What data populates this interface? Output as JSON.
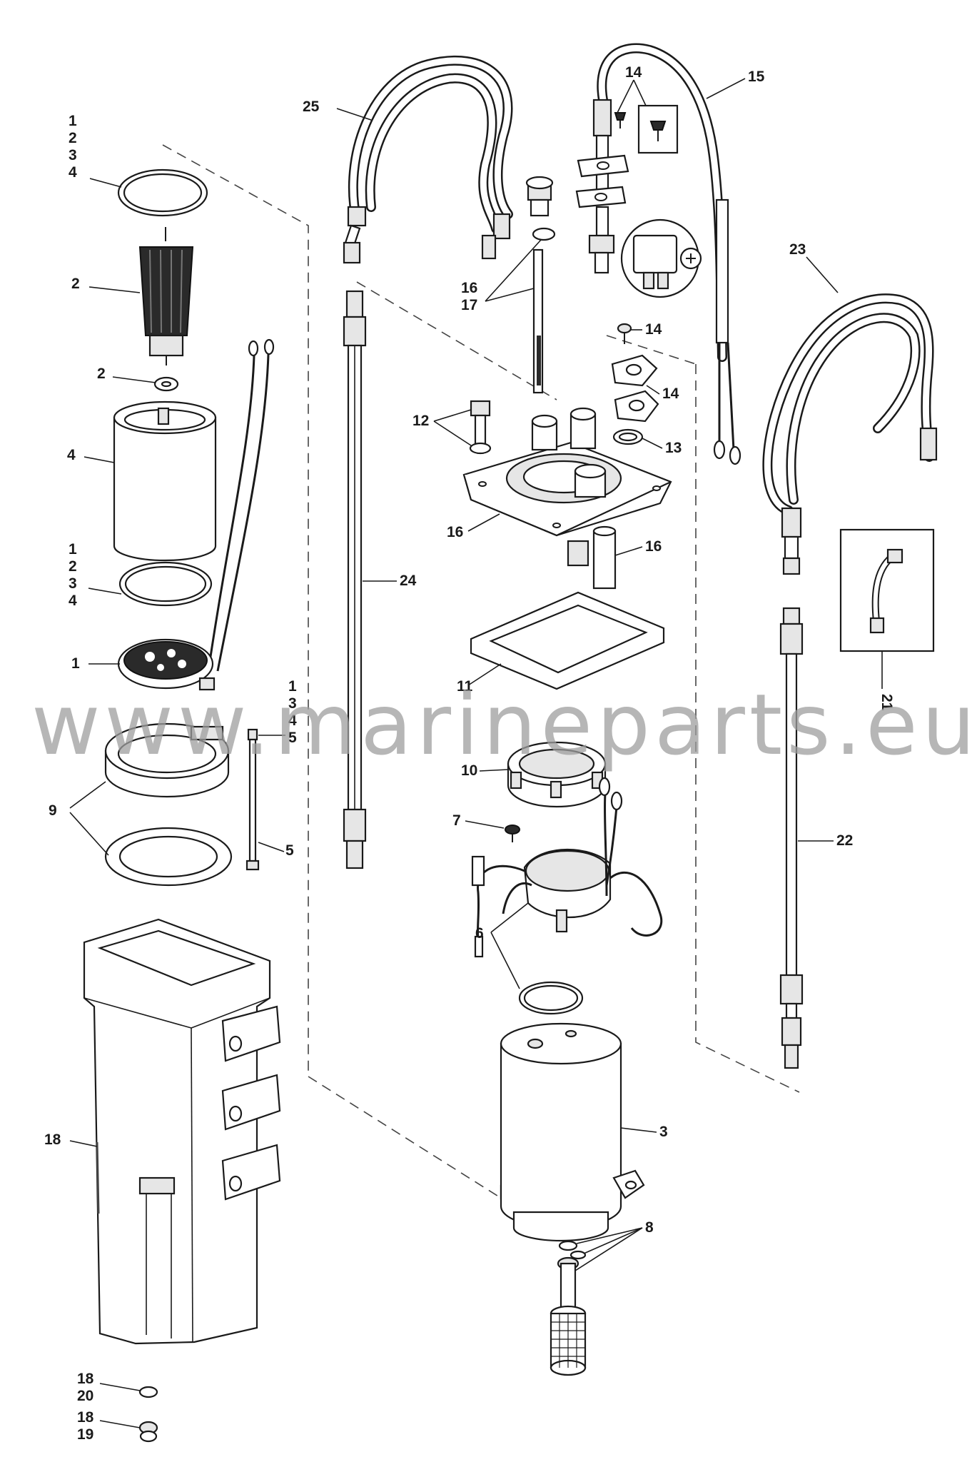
{
  "watermark": "www.marineparts.eu",
  "callouts": [
    {
      "id": "c1a",
      "lines": [
        "1",
        "2",
        "3",
        "4"
      ]
    },
    {
      "id": "c2a",
      "lines": [
        "2"
      ]
    },
    {
      "id": "c2b",
      "lines": [
        "2"
      ]
    },
    {
      "id": "c4",
      "lines": [
        "4"
      ]
    },
    {
      "id": "c1b",
      "lines": [
        "1",
        "2",
        "3",
        "4"
      ]
    },
    {
      "id": "c1c",
      "lines": [
        "1"
      ]
    },
    {
      "id": "c1d",
      "lines": [
        "1",
        "3",
        "4",
        "5"
      ]
    },
    {
      "id": "c9",
      "lines": [
        "9"
      ]
    },
    {
      "id": "c5",
      "lines": [
        "5"
      ]
    },
    {
      "id": "c18a",
      "lines": [
        "18"
      ]
    },
    {
      "id": "c18b",
      "lines": [
        "18",
        "20"
      ]
    },
    {
      "id": "c18c",
      "lines": [
        "18",
        "19"
      ]
    },
    {
      "id": "c25",
      "lines": [
        "25"
      ]
    },
    {
      "id": "c24",
      "lines": [
        "24"
      ]
    },
    {
      "id": "c14a",
      "lines": [
        "14"
      ]
    },
    {
      "id": "c15",
      "lines": [
        "15"
      ]
    },
    {
      "id": "c16a",
      "lines": [
        "16",
        "17"
      ]
    },
    {
      "id": "c14b",
      "lines": [
        "14"
      ]
    },
    {
      "id": "c14c",
      "lines": [
        "14"
      ]
    },
    {
      "id": "c12",
      "lines": [
        "12"
      ]
    },
    {
      "id": "c13",
      "lines": [
        "13"
      ]
    },
    {
      "id": "c16b",
      "lines": [
        "16"
      ]
    },
    {
      "id": "c16c",
      "lines": [
        "16"
      ]
    },
    {
      "id": "c11",
      "lines": [
        "11"
      ]
    },
    {
      "id": "c10",
      "lines": [
        "10"
      ]
    },
    {
      "id": "c7",
      "lines": [
        "7"
      ]
    },
    {
      "id": "c6",
      "lines": [
        "6"
      ]
    },
    {
      "id": "c3",
      "lines": [
        "3"
      ]
    },
    {
      "id": "c8",
      "lines": [
        "8"
      ]
    },
    {
      "id": "c23",
      "lines": [
        "23"
      ]
    },
    {
      "id": "c22",
      "lines": [
        "22"
      ]
    },
    {
      "id": "c21",
      "lines": [
        "21"
      ]
    }
  ]
}
